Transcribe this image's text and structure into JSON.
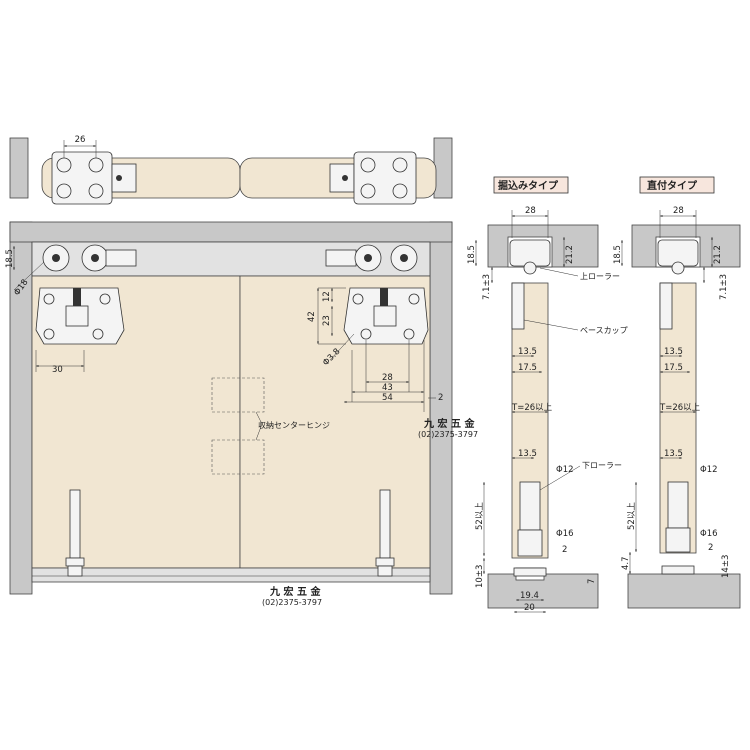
{
  "top_view": {
    "dim_26": "26"
  },
  "front_view": {
    "dim_18_5": "18.5",
    "dim_dia18": "Φ18",
    "dim_30": "30",
    "dim_42": "42",
    "dim_12": "12",
    "dim_23": "23",
    "dim_dia3_8": "Φ3.8",
    "dim_28": "28",
    "dim_43": "43",
    "dim_54": "54",
    "dim_2": "2",
    "hinge_label": "収納センターヒンジ",
    "watermark_name": "九 宏 五 金",
    "watermark_phone": "(02)2375-3797",
    "watermark2_name": "九 宏 五 金",
    "watermark2_phone": "(02)2375-3797"
  },
  "section_recessed": {
    "title": "掘込みタイプ",
    "dim_28": "28",
    "dim_18_5": "18.5",
    "dim_21_2": "21.2",
    "dim_7_1": "7.1±3",
    "upper_roller": "上ローラー",
    "base_cup": "ベースカップ",
    "dim_13_5a": "13.5",
    "dim_17_5": "17.5",
    "dim_T": "T=26以上",
    "dim_13_5b": "13.5",
    "lower_roller": "下ローラー",
    "dim_dia12": "Φ12",
    "dim_52": "52以上",
    "dim_dia16": "Φ16",
    "dim_2": "2",
    "dim_10": "10±3",
    "dim_7": "7",
    "dim_19_4": "19.4",
    "dim_20": "20"
  },
  "section_direct": {
    "title": "直付タイプ",
    "dim_28": "28",
    "dim_18_5": "18.5",
    "dim_21_2": "21.2",
    "dim_7_1": "7.1±3",
    "dim_13_5a": "13.5",
    "dim_17_5": "17.5",
    "dim_T": "T=26以上",
    "dim_13_5b": "13.5",
    "dim_dia12": "Φ12",
    "dim_52": "52以上",
    "dim_dia16": "Φ16",
    "dim_2": "2",
    "dim_4_7": "4.7",
    "dim_14": "14±3"
  }
}
